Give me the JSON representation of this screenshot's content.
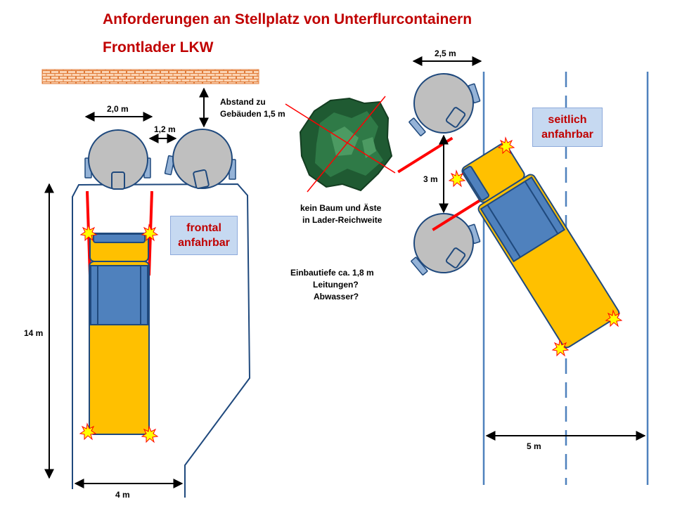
{
  "title": {
    "line1": "Anforderungen an Stellplatz von Unterflurcontainern",
    "line2": "Frontlader LKW"
  },
  "front": {
    "width_container_pair": "2,0 m",
    "gap_containers": "1,2 m",
    "building_distance_line1": "Abstand zu",
    "building_distance_line2": "Gebäuden 1,5 m",
    "length": "14 m",
    "width": "4 m",
    "box_line1": "frontal",
    "box_line2": "anfahrbar"
  },
  "center": {
    "tree_line1": "kein Baum und Äste",
    "tree_line2": "in Lader-Reichweite",
    "depth_line1": "Einbautiefe ca. 1,8 m",
    "depth_line2": "Leitungen?",
    "depth_line3": "Abwasser?"
  },
  "side": {
    "container_width": "2,5 m",
    "spacing": "3 m",
    "lane_width": "5 m",
    "box_line1": "seitlich",
    "box_line2": "anfahrbar"
  },
  "colors": {
    "title": "#c00000",
    "truck_body": "#ffc000",
    "truck_cab": "#4f81bd",
    "container": "#bfbfbf",
    "lane_line": "#4f81bd",
    "fork_arm": "#ff0000",
    "info_box": "#c6d9f1",
    "tree": "#1f5a32"
  }
}
